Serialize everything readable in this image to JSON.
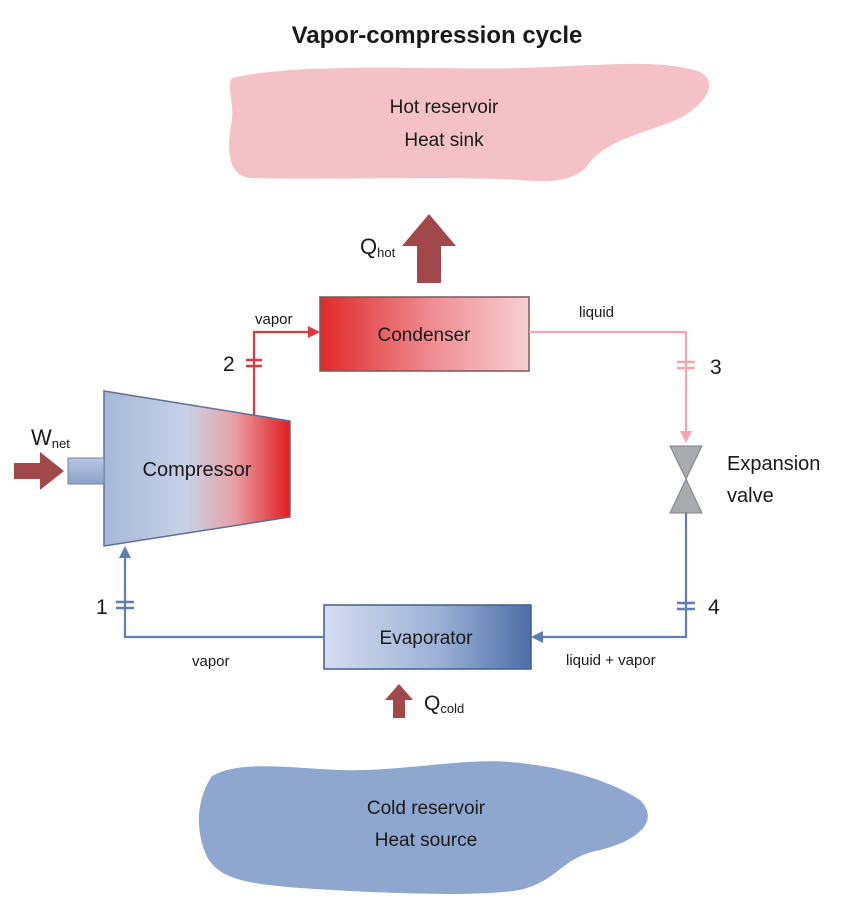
{
  "title": "Vapor-compression cycle",
  "hot_reservoir": {
    "line1": "Hot reservoir",
    "line2": "Heat sink"
  },
  "cold_reservoir": {
    "line1": "Cold reservoir",
    "line2": "Heat source"
  },
  "q_hot": {
    "main": "Q",
    "sub": "hot"
  },
  "q_cold": {
    "main": "Q",
    "sub": "cold"
  },
  "w_net": {
    "main": "W",
    "sub": "net"
  },
  "components": {
    "condenser": "Condenser",
    "compressor": "Compressor",
    "evaporator": "Evaporator",
    "expansion_valve_line1": "Expansion",
    "expansion_valve_line2": "valve"
  },
  "states": {
    "s1": "1",
    "s2": "2",
    "s3": "3",
    "s4": "4"
  },
  "flow_labels": {
    "compressor_to_condenser": "vapor",
    "condenser_out": "liquid",
    "evaporator_in": "liquid + vapor",
    "evaporator_out": "vapor"
  },
  "colors": {
    "hot": "#f4c2c6",
    "cold": "#8fa6cf",
    "red_line": "#d93a3a",
    "pink_line": "#f0a7ae",
    "blue_line": "#5f7fb2",
    "heat_arrow": "#a0484a",
    "valve": "#a9abae"
  }
}
